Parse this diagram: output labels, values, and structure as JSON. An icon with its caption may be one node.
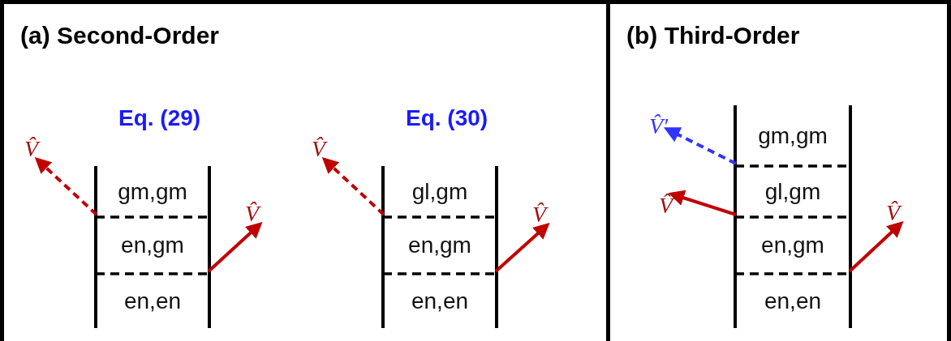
{
  "diagram": {
    "nodes": [
      {
        "text": [
          "(a) Second-Order"
        ]
      },
      {
        "text": [
          "(b) Third-Order"
        ]
      },
      {
        "text": [
          "gm,gm"
        ],
        "in": 0
      },
      {
        "text": [
          "en,gm"
        ],
        "in": 0
      },
      {
        "text": [
          "en,en"
        ],
        "in": 0
      },
      {
        "text": [
          "V̂"
        ],
        "in": 0
      },
      {
        "text": [
          "V̂"
        ],
        "in": 0
      },
      {
        "text": [
          "gl,gm"
        ],
        "in": 0
      },
      {
        "text": [
          "en,gm"
        ],
        "in": 0
      },
      {
        "text": [
          "en,en"
        ],
        "in": 0
      },
      {
        "text": [
          "V̂"
        ],
        "in": 0
      },
      {
        "text": [
          "V̂"
        ],
        "in": 0
      },
      {
        "text": [
          "gm,gm"
        ],
        "in": 1
      },
      {
        "text": [
          "gl,gm"
        ],
        "in": 1
      },
      {
        "text": [
          "en,gm"
        ],
        "in": 1
      },
      {
        "text": [
          "en,en"
        ],
        "in": 1
      },
      {
        "text": [
          "V̂′"
        ],
        "in": 1
      },
      {
        "text": [
          "V̂"
        ],
        "in": 1
      },
      {
        "text": [
          "V̂"
        ],
        "in": 1
      }
    ],
    "edges": [
      {
        "from": 2,
        "to": 5,
        "arrow": "to",
        "style": "dashed"
      },
      {
        "from": 3,
        "to": 6,
        "arrow": "to"
      },
      {
        "from": 7,
        "to": 10,
        "arrow": "to",
        "style": "dashed"
      },
      {
        "from": 8,
        "to": 11,
        "arrow": "to"
      },
      {
        "from": 12,
        "to": 16,
        "arrow": "to",
        "style": "dashed",
        "color": "#3333ff"
      },
      {
        "from": 13,
        "to": 17,
        "arrow": "to"
      },
      {
        "from": 14,
        "to": 18,
        "arrow": "to"
      }
    ],
    "labels": [
      "Eq. (29)",
      "Eq. (30)"
    ]
  }
}
